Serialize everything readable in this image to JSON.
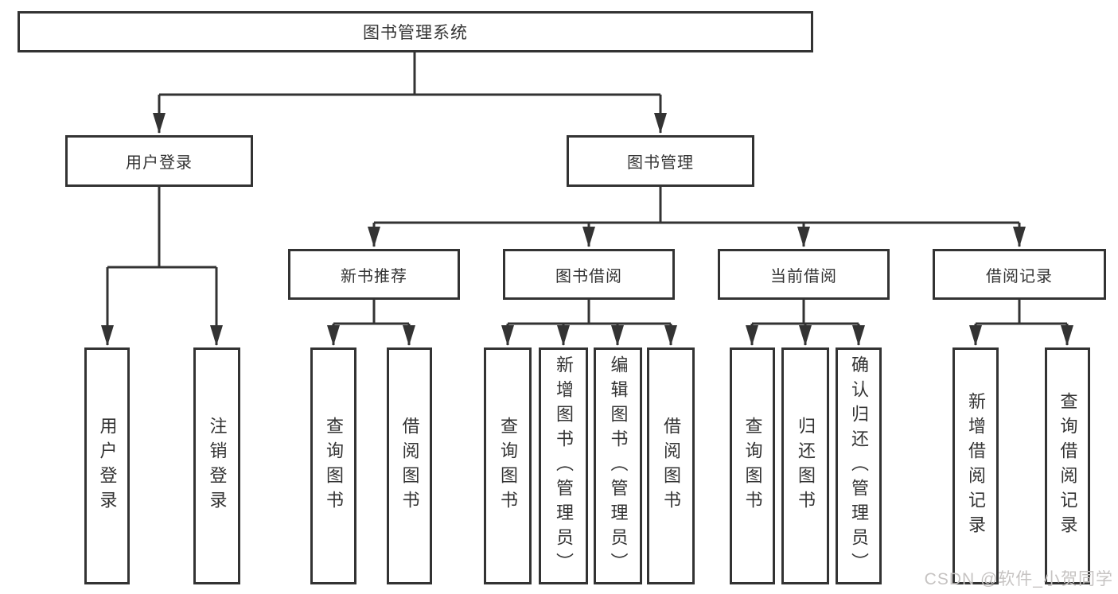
{
  "diagram": {
    "title": "图书管理系统",
    "root": {
      "label": "图书管理系统"
    },
    "level1": [
      {
        "label": "用户登录"
      },
      {
        "label": "图书管理"
      }
    ],
    "level2": [
      {
        "label": "新书推荐",
        "parent": "图书管理"
      },
      {
        "label": "图书借阅",
        "parent": "图书管理"
      },
      {
        "label": "当前借阅",
        "parent": "图书管理"
      },
      {
        "label": "借阅记录",
        "parent": "图书管理"
      }
    ],
    "leaves": [
      {
        "label": "用户登录",
        "parent": "用户登录"
      },
      {
        "label": "注销登录",
        "parent": "用户登录"
      },
      {
        "label": "查询图书",
        "parent": "新书推荐"
      },
      {
        "label": "借阅图书",
        "parent": "新书推荐"
      },
      {
        "label": "查询图书",
        "parent": "图书借阅"
      },
      {
        "label": "新增图书（管理员）",
        "parent": "图书借阅"
      },
      {
        "label": "编辑图书（管理员）",
        "parent": "图书借阅"
      },
      {
        "label": "借阅图书",
        "parent": "图书借阅"
      },
      {
        "label": "查询图书",
        "parent": "当前借阅"
      },
      {
        "label": "归还图书",
        "parent": "当前借阅"
      },
      {
        "label": "确认归还（管理员）",
        "parent": "当前借阅"
      },
      {
        "label": "新增借阅记录",
        "parent": "借阅记录"
      },
      {
        "label": "查询借阅记录",
        "parent": "借阅记录"
      }
    ]
  },
  "watermark": {
    "text": "CSDN @软件_小贺同学"
  },
  "colors": {
    "line": "#333333",
    "box_border": "#333333",
    "text": "#333333",
    "background": "#ffffff",
    "watermark_text": "#c6c3c2"
  }
}
